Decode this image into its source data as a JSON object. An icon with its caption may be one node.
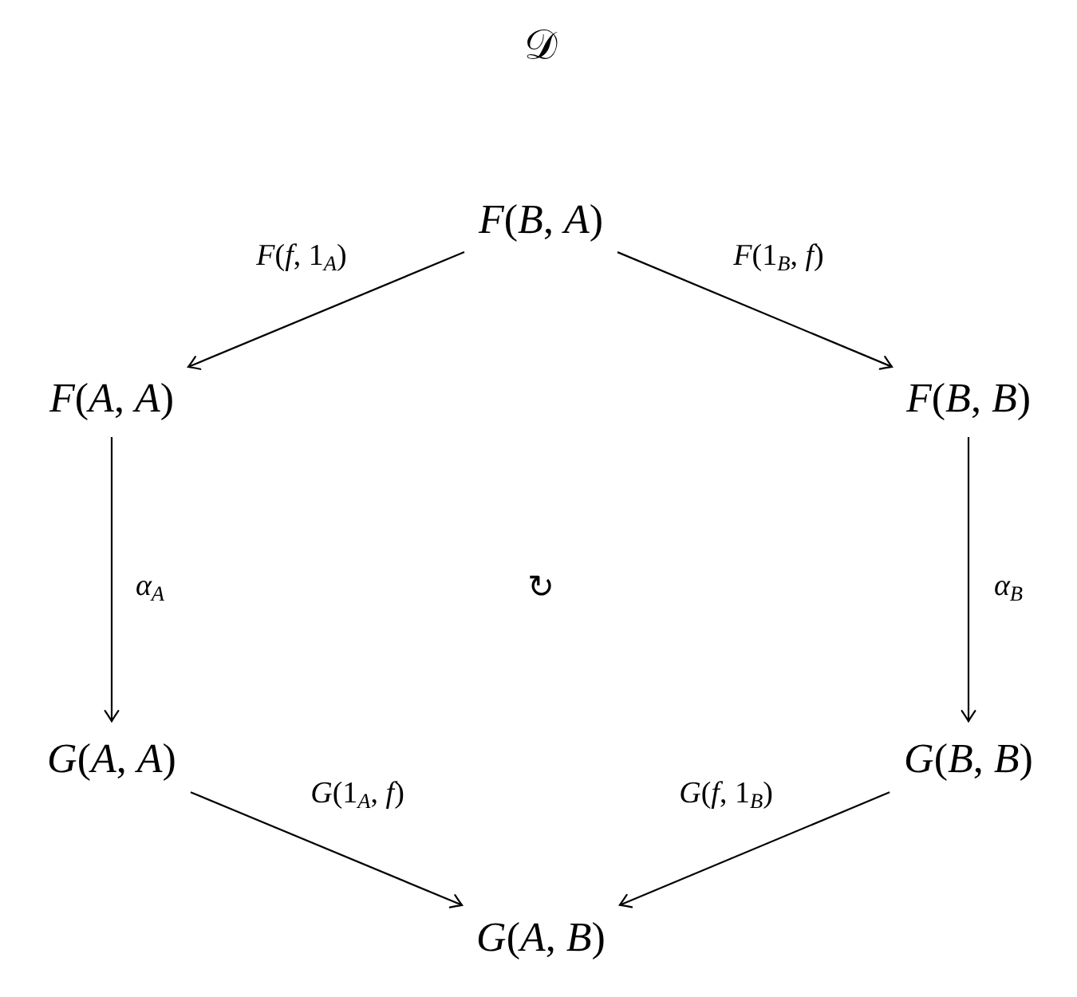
{
  "diagram": {
    "title": "𝒟",
    "nodes": [
      {
        "text": [
          "*F*(*B*, *A*)"
        ]
      },
      {
        "text": [
          "*F*(*A*, *A*)"
        ]
      },
      {
        "text": [
          "*F*(*B*, *B*)"
        ]
      },
      {
        "text": [
          "*G*(*A*, *A*)"
        ]
      },
      {
        "text": [
          "*G*(*B*, *B*)"
        ]
      },
      {
        "text": [
          "*G*(*A*, *B*)"
        ]
      }
    ],
    "edges": [
      {
        "from": 0,
        "to": 1,
        "arrow": "to",
        "label": "*F*(*f*, 1$_{A}$)"
      },
      {
        "from": 0,
        "to": 2,
        "arrow": "to",
        "label": "*F*(1$_{B}$, *f*)"
      },
      {
        "from": 1,
        "to": 3,
        "arrow": "to",
        "label": "*α*$_{A}$"
      },
      {
        "from": 2,
        "to": 4,
        "arrow": "to",
        "label": "*α*$_{B}$"
      },
      {
        "from": 3,
        "to": 5,
        "arrow": "to",
        "label": "*G*(1$_{A}$, *f*)"
      },
      {
        "from": 4,
        "to": 5,
        "arrow": "to",
        "label": "*G*(*f*, 1$_{B}$)"
      }
    ],
    "labels": [
      "↻"
    ]
  }
}
